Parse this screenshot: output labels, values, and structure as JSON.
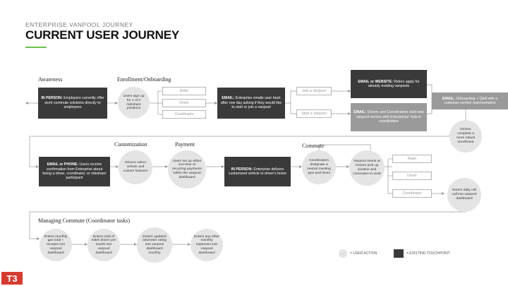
{
  "header": {
    "eyebrow": "ENTERPRISE VANPOOL JOURNEY",
    "title": "CURRENT USER JOURNEY"
  },
  "sections": {
    "awareness": "Awareness",
    "enrollment": "Enrollment/Onboarding",
    "customization": "Customization",
    "payment": "Payment",
    "commute": "Commute",
    "managing": "Managing Commute (Coordinator tasks)"
  },
  "row1": {
    "awareness_box": {
      "lead": "IN PERSON:",
      "text": " Employers currently offer work commute solutions directly to employees"
    },
    "signup_circle": "Users sign up for 1 of 3 rideshare positions",
    "options": [
      "Rider",
      "Driver",
      "Coordinator"
    ],
    "email_box": {
      "lead": "EMAIL:",
      "text": " Enterprise emails user back after one day asking if they would like to start or join a vanpool"
    },
    "join_option": "Join a Vanpool",
    "start_option": "Start a Vanpool",
    "riders_apply": {
      "lead": "EMAIL or WEBSITE:",
      "text": " Riders apply for already existing vanpools"
    },
    "drivers_start": {
      "lead": "EMAIL:",
      "text": " Drivers and Coordinators start new vanpool service with Enterprises' help in coordination"
    },
    "onboarding": {
      "lead": "EMAIL:",
      "text": " Onboarding + Q&A with a customer service representative"
    },
    "robust_circle": "Drivers complete a more robust enrollment"
  },
  "row2": {
    "confirmation_box": {
      "lead": "EMAIL or PHONE:",
      "text": " Users receive confirmation from Enterprise about being a driver, coordinator, or rideshare participant"
    },
    "select_circle": "Drivers select vehicle and custom features",
    "payment_circle": "Users set up either one-time or recurring payments within the vanpool dashboard",
    "delivery_box": {
      "lead": "IN PERSON:",
      "text": " Enterprise delivers customized vehicle to driver's home"
    },
    "coordinators_circle": "Coordinators designate a neutral meeting spot and times",
    "meet_circle": "Vanpool meets at chosen pick-up location and commutes to work",
    "options": [
      "Rider",
      "Driver",
      "Coordinator"
    ],
    "rollcall_circle": "Enters daily roll call into vanpool dashboard"
  },
  "row3": {
    "circles": [
      "Enters monthly gas total + receipts into vanpool dashboard",
      "Enters total of miles driven per month into vanpool dashboard",
      "Enters updated odometer rating into vanpool dashboard monthly",
      "Enters any other monthly expenses into vanpool dashboard"
    ]
  },
  "legend": {
    "user_action": "= USER ACTION",
    "touchpoint": "= EXISTING TOUCHPOINT"
  },
  "logo": "T3",
  "colors": {
    "accent": "#6cbf4a",
    "dark_box": "#3a3a3a",
    "grey_box": "#9a9a9a",
    "circle": "#e4e4e4",
    "logo": "#d63b2f"
  }
}
